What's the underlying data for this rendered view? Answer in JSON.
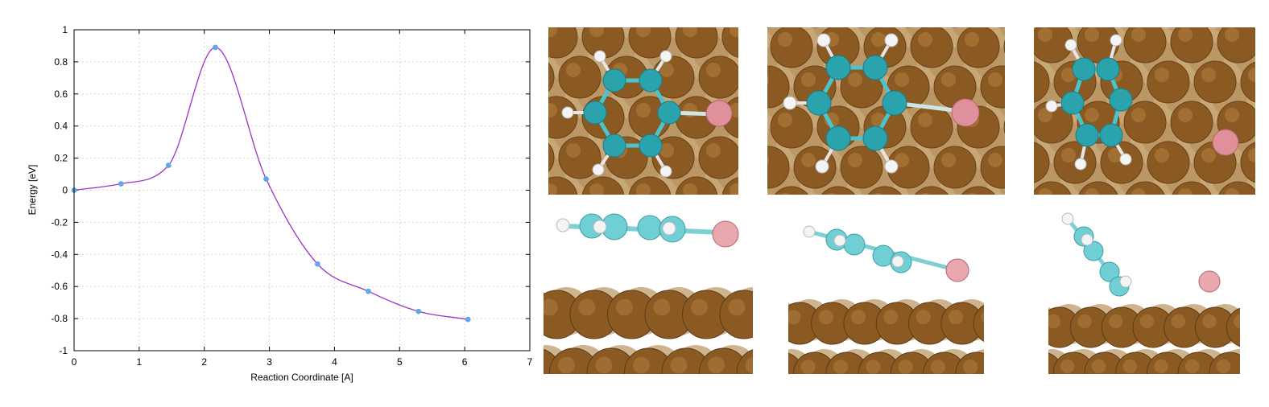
{
  "chart_data": {
    "type": "line",
    "title": "",
    "xlabel": "Reaction Coordinate [A]",
    "ylabel": "Energy [eV]",
    "xlim": [
      0,
      7
    ],
    "ylim": [
      -1,
      1
    ],
    "xticks": [
      0,
      1,
      2,
      3,
      4,
      5,
      6,
      7
    ],
    "yticks": [
      -1,
      -0.8,
      -0.6,
      -0.4,
      -0.2,
      0,
      0.2,
      0.4,
      0.6,
      0.8,
      1
    ],
    "xtick_labels": [
      "0",
      "1",
      "2",
      "3",
      "4",
      "5",
      "6",
      "7"
    ],
    "ytick_labels": [
      "-1",
      "-0.8",
      "-0.6",
      "-0.4",
      "-0.2",
      "0",
      "0.2",
      "0.4",
      "0.6",
      "0.8",
      "1"
    ],
    "grid": true,
    "series": [
      {
        "x": [
          0,
          0.72,
          1.45,
          2.17,
          2.95,
          3.74,
          4.52,
          5.29,
          6.05
        ],
        "y": [
          0,
          0.04,
          0.155,
          0.89,
          0.07,
          -0.46,
          -0.63,
          -0.755,
          -0.805
        ],
        "marker_color": "#62a8e8",
        "line_color": "#9b32c8"
      }
    ]
  },
  "figure": {
    "panels": [
      {
        "view": "top",
        "stage": "initial"
      },
      {
        "view": "top",
        "stage": "transition"
      },
      {
        "view": "top",
        "stage": "final"
      },
      {
        "view": "side",
        "stage": "initial"
      },
      {
        "view": "side",
        "stage": "transition"
      },
      {
        "view": "side",
        "stage": "final"
      }
    ],
    "colors": {
      "surface_atom": "#8a5a22",
      "carbon": "#3fb3bc",
      "hydrogen": "#f0f0f0",
      "halogen": "#e0909a"
    }
  }
}
